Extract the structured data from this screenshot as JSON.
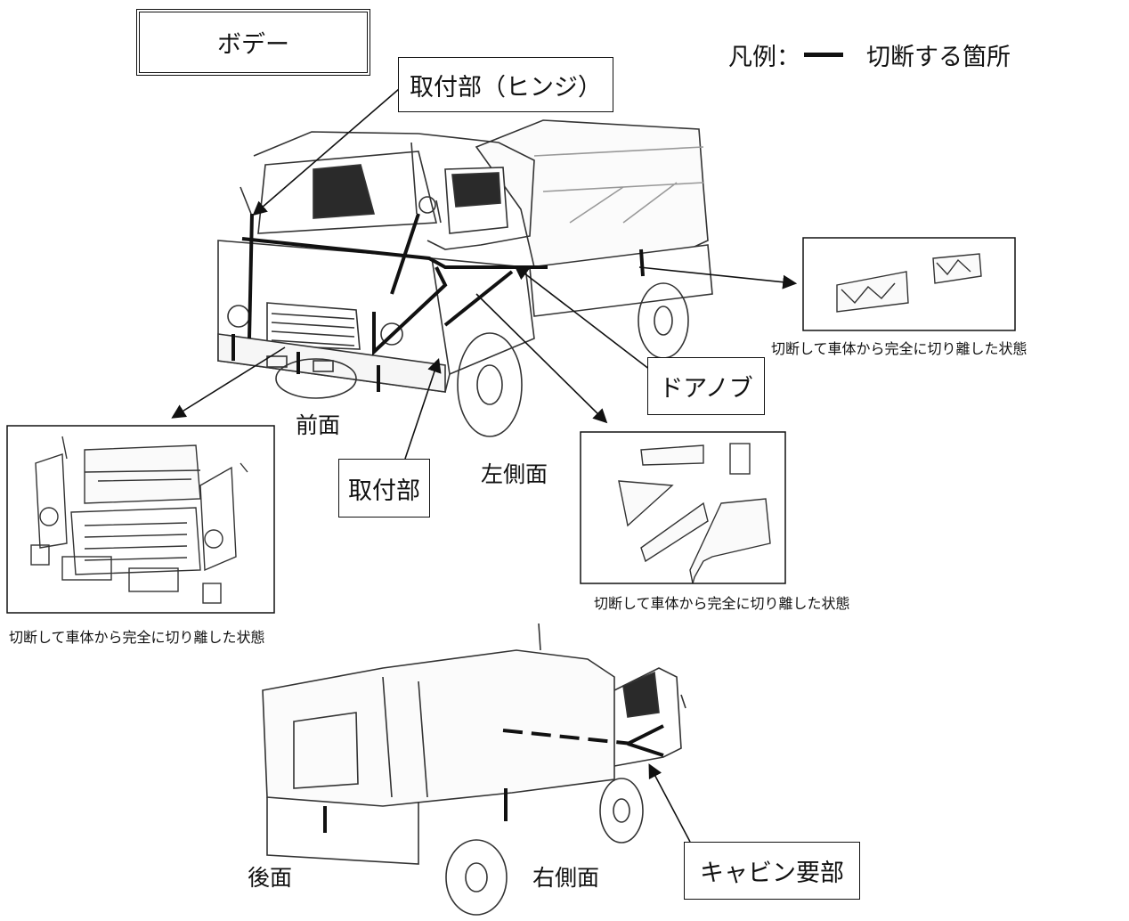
{
  "title": "ボデー",
  "legend": {
    "prefix": "凡例：",
    "text": "切断する箇所",
    "color": "#111111"
  },
  "callouts": {
    "hinge": "取付部（ヒンジ）",
    "door_knob": "ドアノブ",
    "mount": "取付部",
    "cabin": "キャビン要部"
  },
  "views": {
    "front": "前面",
    "left": "左側面",
    "rear": "後面",
    "right": "右側面"
  },
  "captions": {
    "front_detached": "切断して車体から完全に切り離した状態",
    "left_detached": "切断して車体から完全に切り離した状態",
    "rear_detached": "切断して車体から完全に切り離した状態"
  }
}
